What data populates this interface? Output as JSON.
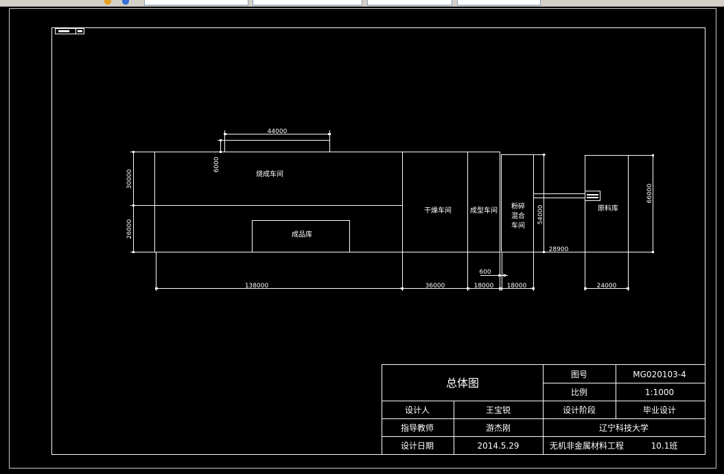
{
  "toolbar": {
    "icons": [
      "layer-icon",
      "color-icon"
    ]
  },
  "drawing": {
    "building_labels": {
      "sintering": "烧成车间",
      "finished": "成品库",
      "drying": "干燥车间",
      "forming": "成型车间",
      "crushing": [
        "粉碎",
        "混合",
        "车间"
      ],
      "raw": "原料库"
    },
    "dimensions": {
      "top_width": "44000",
      "top_height": "6000",
      "left_upper": "30000",
      "left_lower": "26000",
      "bottom_sinter": "138000",
      "bottom_drying": "36000",
      "bottom_forming": "18000",
      "bottom_gap": "600",
      "bottom_crushing": "18000",
      "crushing_height": "54000",
      "connector_len": "28900",
      "raw_width": "24000",
      "raw_height": "66000"
    }
  },
  "title_block": {
    "title": "总体图",
    "drawing_no_label": "图号",
    "drawing_no": "MG020103-4",
    "scale_label": "比例",
    "scale": "1:1000",
    "designer_label": "设计人",
    "designer": "王宝锐",
    "stage_label": "设计阶段",
    "stage": "毕业设计",
    "advisor_label": "指导教师",
    "advisor": "游杰刚",
    "university": "辽宁科技大学",
    "date_label": "设计日期",
    "date": "2014.5.29",
    "major": "无机非金属材料工程",
    "class": "10.1班"
  }
}
